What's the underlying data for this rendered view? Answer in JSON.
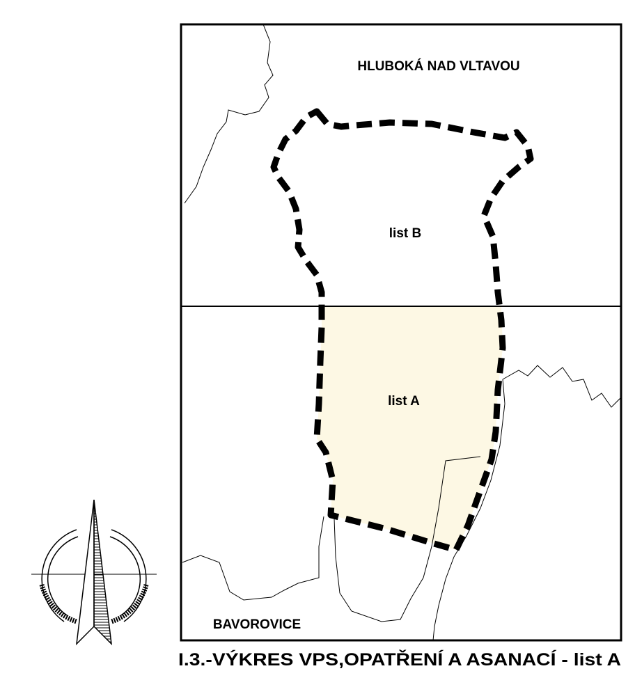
{
  "labels": {
    "north_town": "HLUBOKÁ NAD VLTAVOU",
    "south_town": "BAVOROVICE",
    "sheet_b": "list B",
    "sheet_a": "list A"
  },
  "title": "I.3.-VÝKRES VPS,OPATŘENÍ A ASANACÍ - list A",
  "colors": {
    "sheet_a_fill": "#fdf8e4",
    "lines": "#000000",
    "background": "#ffffff"
  },
  "icons": {
    "north_arrow": "north-arrow-icon"
  }
}
